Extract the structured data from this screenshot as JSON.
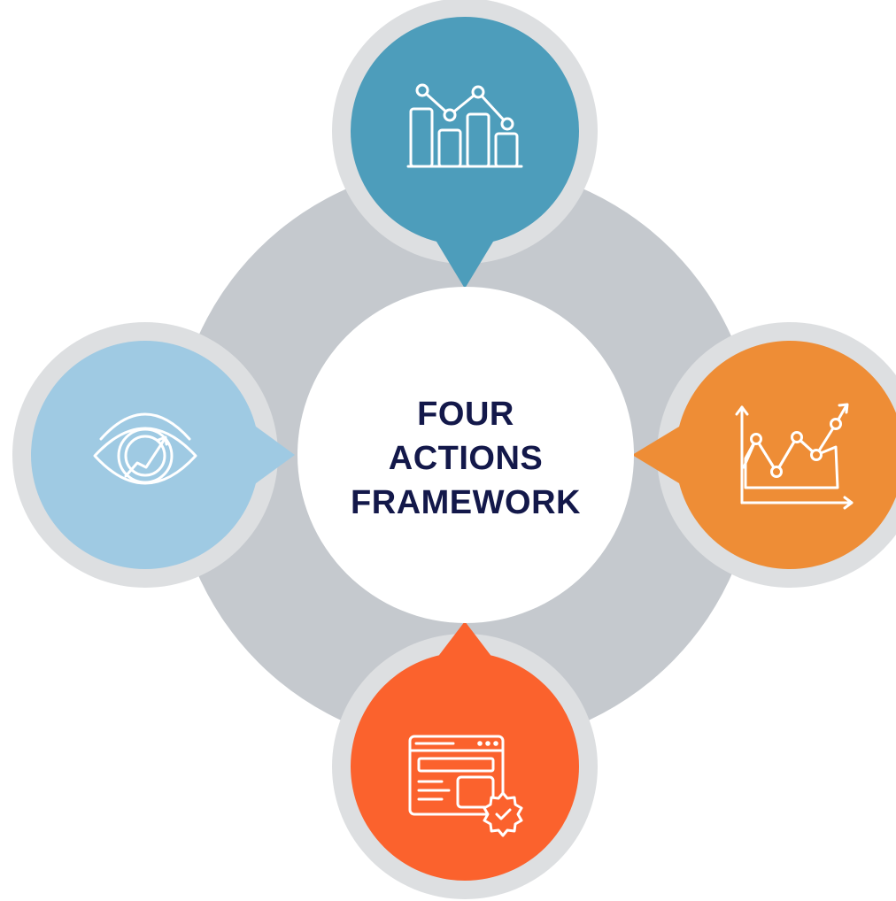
{
  "center": {
    "lines": [
      "FOUR",
      "ACTIONS",
      "FRAMEWORK"
    ]
  },
  "colors": {
    "ring": "#c5c9ce",
    "node_border": "#dddfe1",
    "center_fill": "#ffffff",
    "title": "#13184a",
    "top": "#4d9dbb",
    "right": "#ee8d36",
    "bottom": "#fb622d",
    "left": "#9fcae3",
    "icon_stroke": "#ffffff"
  },
  "nodes": [
    {
      "position": "top",
      "icon": "bar-line-chart-icon"
    },
    {
      "position": "right",
      "icon": "growth-chart-icon"
    },
    {
      "position": "bottom",
      "icon": "browser-verified-icon"
    },
    {
      "position": "left",
      "icon": "eye-vision-icon"
    }
  ]
}
